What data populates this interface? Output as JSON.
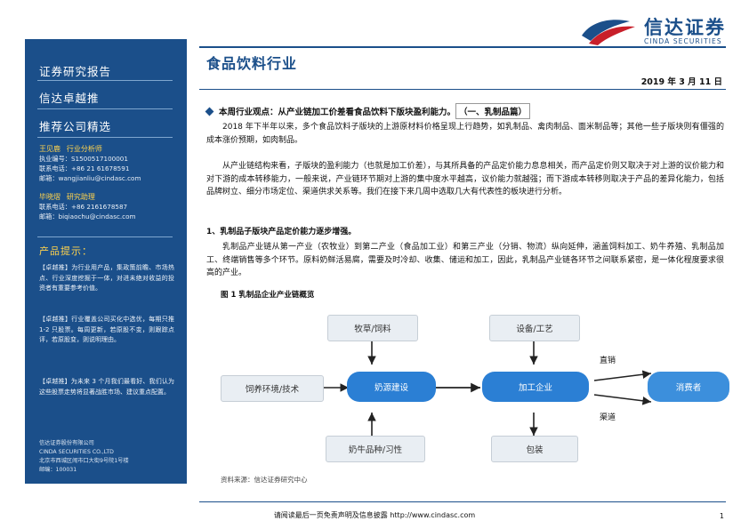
{
  "header": {
    "logo_cn": "信达证券",
    "logo_en": "CINDA SECURITIES",
    "industry_title": "食品饮料行业",
    "date": "2019 年 3 月 11 日"
  },
  "sidebar": {
    "title": "证券研究报告",
    "subtitle1": "信达卓越推",
    "subtitle2": "推荐公司精选",
    "analysts": [
      {
        "name": "王见鹿",
        "role": "行业分析师",
        "license_label": "执业编号：S1500517100001",
        "phone": "联系电话：+86 21 61678591",
        "mail": "邮箱：wangjianliu@cindasc.com"
      },
      {
        "name": "毕晓熠",
        "role": "研究助理",
        "license_label": "",
        "phone": "联系电话：+86 2161678587",
        "mail": "邮箱：biqiaochu@cindasc.com"
      }
    ],
    "tips_heading": "产品提示：",
    "tips": [
      "【卓越推】为行业用产品，集政策前瞻、市场热点、行业深度挖掘于一体，对进未绝对收益的投资者有重要参考价值。",
      "【卓越推】行业覆盖公司买化中选优，每期只推 1-2 只股票。每周更新，若原股不变，则跟踪点评，若原股变，则说明理由。",
      "【卓越推】为未来 3 个月我们最看好、我们认为这些股票走势将显著战胜市场、建议重点配置。"
    ],
    "company": "信达证券股份有限公司",
    "company_en": "CINDA SECURITIES CO.,LTD",
    "address": "北京市西城区闹市口大街9号院1号楼",
    "postcode": "邮编：100031"
  },
  "main": {
    "view_label": "本周行业观点：从产业链加工价差看食品饮料下版块盈利能力。",
    "view_boxed": "（一、乳制品篇）",
    "paragraphs": [
      "2018 年下半年以来，多个食品饮料子版块的上游原材料价格呈现上行趋势，如乳制品、禽肉制品、面米制品等；其他一些子版块则有僵强的成本涨价预期，如肉制品。",
      "从产业链结构来看，子版块的盈利能力（也就是加工价差），与其所具备的产品定价能力息息相关，而产品定价则又取决于对上游的议价能力和对下游的成本转移能力，一般来说，产业链环节期对上游的集中度水平越高，议价能力就越强；而下游成本转移则取决于产品的差异化能力，包括品牌树立、细分市场定位、渠道供求关系等。我们在接下来几周中选取几大有代表性的板块进行分析。",
      "1、乳制品子版块产品定价能力逐步增强。",
      "乳制品产业链从第一产业（农牧业）到第二产业（食品加工业）和第三产业（分销、物流）纵向延伸，涵盖饲料加工、奶牛养殖、乳制品加工、终端销售等多个环节。原料奶鲜活易腐，需要及时冷却、收集、储运和加工，因此，乳制品产业链各环节之间联系紧密，是一体化程度要求很高的产业。"
    ],
    "figure_caption": "图 1 乳制品企业产业链概览",
    "source": "资料来源：信达证券研究中心",
    "diagram": {
      "nodes": [
        {
          "id": "feed",
          "label": "牧草/饲料"
        },
        {
          "id": "equip",
          "label": "设备/工艺"
        },
        {
          "id": "env",
          "label": "饲养环境/技术"
        },
        {
          "id": "milksource",
          "label": "奶源建设"
        },
        {
          "id": "processing",
          "label": "加工企业"
        },
        {
          "id": "consumer",
          "label": "消费者"
        },
        {
          "id": "breed",
          "label": "奶牛品种/习性"
        },
        {
          "id": "package",
          "label": "包装"
        }
      ],
      "edge_labels": [
        "直销",
        "渠道"
      ]
    }
  },
  "footer": {
    "disclaimer": "请阅读最后一页免责声明及信息披露 http://www.cindasc.com",
    "page": "1"
  },
  "colors": {
    "brand_blue": "#1b4f8a",
    "node_blue": "#2b7fd4",
    "node_grey": "#e9eef3"
  }
}
